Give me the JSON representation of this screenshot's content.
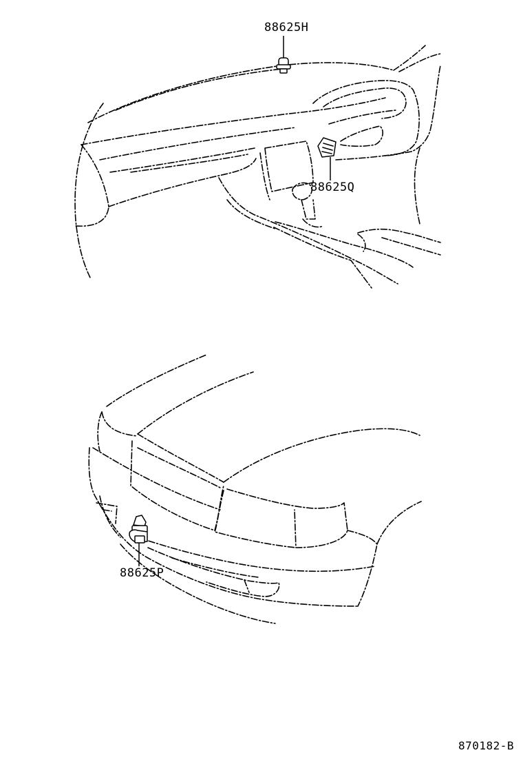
{
  "parts": {
    "upper_sensor": "88625H",
    "dash_sensor": "88625Q",
    "front_sensor": "88625P"
  },
  "figure_code": "870182-B"
}
